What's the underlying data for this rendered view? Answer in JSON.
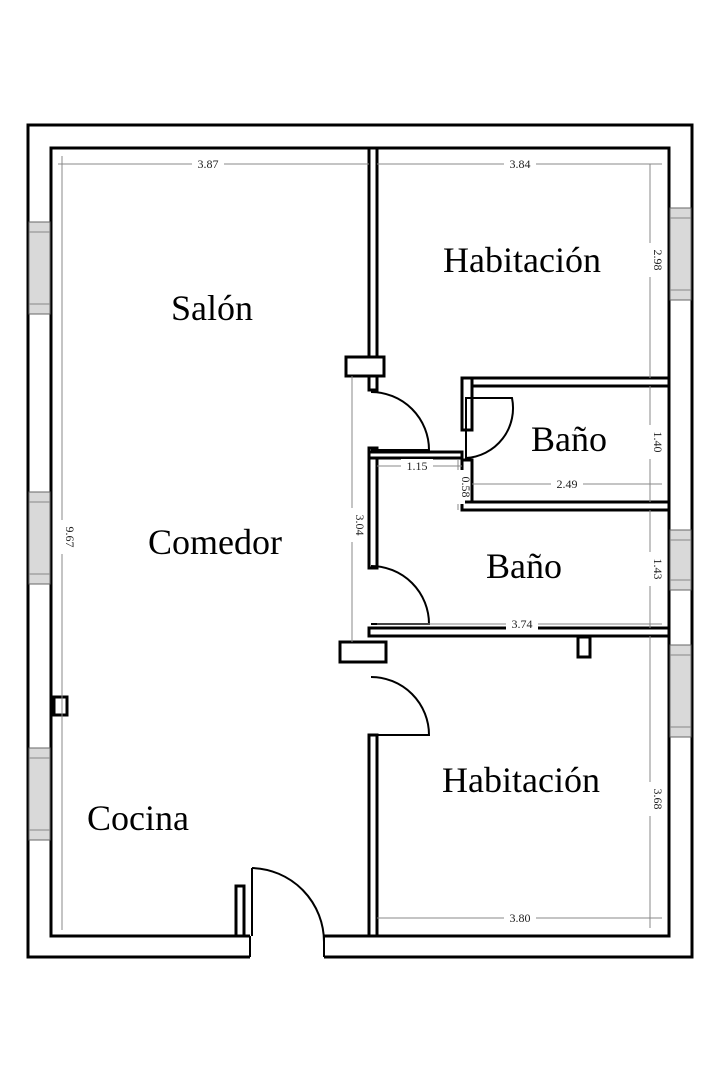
{
  "rooms": {
    "salon": "Salón",
    "comedor": "Comedor",
    "cocina": "Cocina",
    "habitacion_top": "Habitación",
    "habitacion_bottom": "Habitación",
    "bano_small": "Baño",
    "bano_large": "Baño"
  },
  "dimensions": {
    "left_width": "3.87",
    "right_width": "3.84",
    "total_height": "9.67",
    "corridor_height": "3.04",
    "hab_top_height": "2.98",
    "bano_small_height": "1.40",
    "bano_small_width": "2.49",
    "bano_small_offset": "0.58",
    "corridor_width": "1.15",
    "bano_large_height": "1.43",
    "bano_large_width": "3.74",
    "hab_bottom_height": "3.68",
    "hab_bottom_width": "3.80"
  }
}
